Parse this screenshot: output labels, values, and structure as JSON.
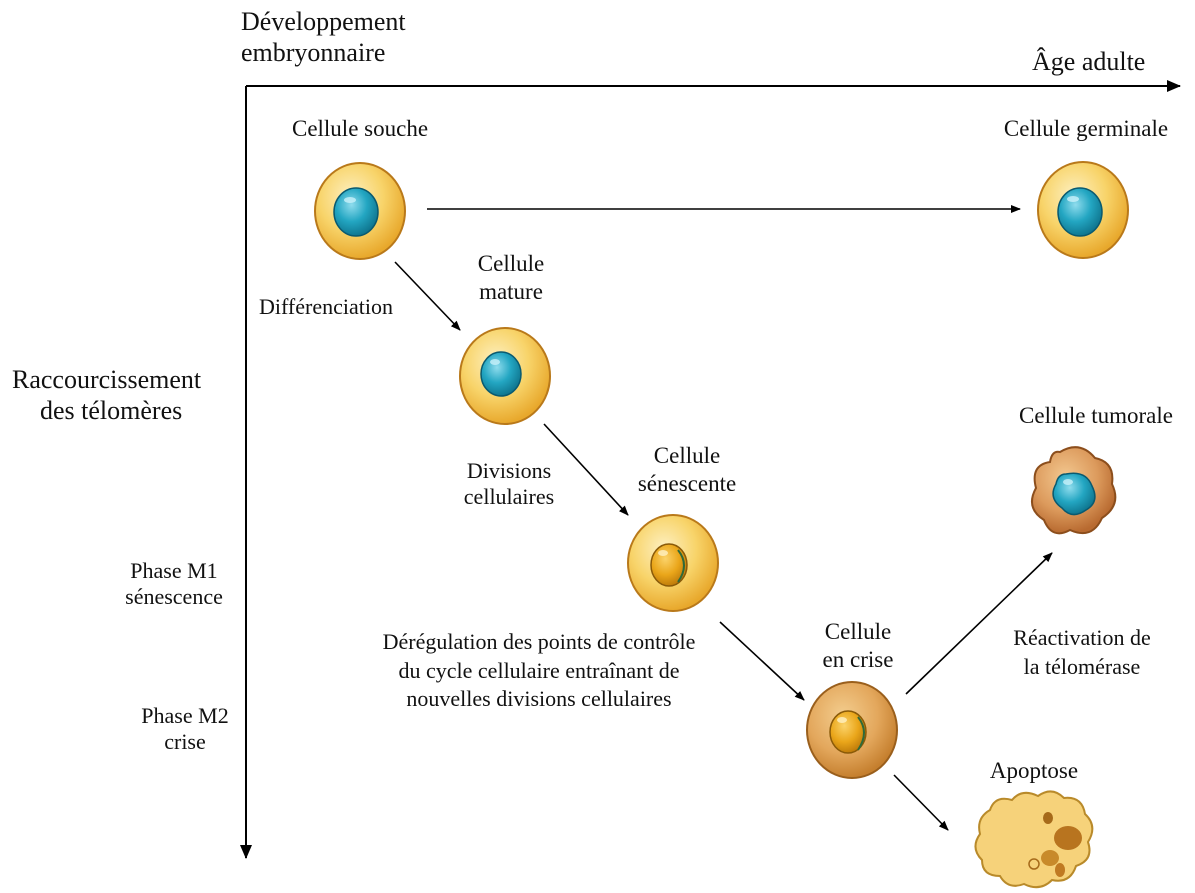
{
  "axes": {
    "x_start_line1": "Développement",
    "x_start_line2": "embryonnaire",
    "x_end": "Âge adulte",
    "y_line1": "Raccourcissement",
    "y_line2": "des télomères"
  },
  "phases": {
    "m1_line1": "Phase M1",
    "m1_line2": "sénescence",
    "m2_line1": "Phase M2",
    "m2_line2": "crise"
  },
  "cells": {
    "stem": "Cellule souche",
    "germinal": "Cellule germinale",
    "mature_line1": "Cellule",
    "mature_line2": "mature",
    "senescent_line1": "Cellule",
    "senescent_line2": "sénescente",
    "crisis_line1": "Cellule",
    "crisis_line2": "en crise",
    "tumor": "Cellule tumorale",
    "apoptosis": "Apoptose"
  },
  "processes": {
    "differentiation": "Différenciation",
    "divisions_line1": "Divisions",
    "divisions_line2": "cellulaires",
    "deregulation_line1": "Dérégulation des points de contrôle",
    "deregulation_line2": "du cycle cellulaire entraînant de",
    "deregulation_line3": "nouvelles divisions cellulaires",
    "reactivation_line1": "Réactivation de",
    "reactivation_line2": "la télomérase"
  },
  "colors": {
    "cell_body": "#f5c955",
    "cell_light": "#fbe7a8",
    "nucleus_blue": "#1f9dba",
    "nucleus_orange": "#e8a316",
    "crisis_body": "#dda35a",
    "tumor_body": "#d9965e",
    "apoptosis_body": "#f6d27a",
    "axis": "#000000"
  }
}
